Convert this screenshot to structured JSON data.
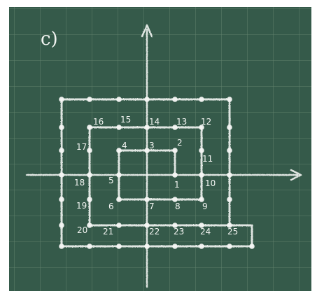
{
  "board": {
    "background_color": "#355a4a",
    "grid_color": "#6f8f77",
    "chalk_color": "#eef1ee",
    "frame_color": "#ffffff"
  },
  "title": "c)",
  "labels": {
    "n1": "1",
    "n2": "2",
    "n3": "3",
    "n4": "4",
    "n5": "5",
    "n6": "6",
    "n7": "7",
    "n8": "8",
    "n9": "9",
    "n10": "10",
    "n11": "11",
    "n12": "12",
    "n13": "13",
    "n14": "14",
    "n15": "15",
    "n16": "16",
    "n17": "17",
    "n18": "18",
    "n19": "19",
    "n20": "20",
    "n21": "21",
    "n22": "22",
    "n23": "23",
    "n24": "24",
    "n25": "25"
  }
}
